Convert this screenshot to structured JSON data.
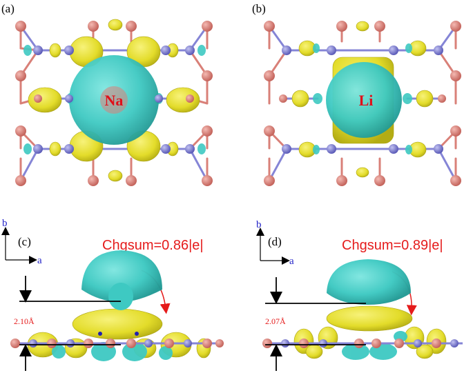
{
  "panels": {
    "a": {
      "label": "(a)",
      "ion": "Na"
    },
    "b": {
      "label": "(b)",
      "ion": "Li"
    },
    "c": {
      "label": "(c)",
      "chgsum": "Chgsum=0.86|e|",
      "distance": "2.10Å"
    },
    "d": {
      "label": "(d)",
      "chgsum": "Chgsum=0.89|e|",
      "distance": "2.07Å"
    }
  },
  "axes": {
    "b": "b",
    "a": "a"
  },
  "colors": {
    "cyan_isosurface": "#3ec9c2",
    "yellow_isosurface": "#e3dc2a",
    "boron_atom": "#d98078",
    "nitrogen_atom": "#8585d6",
    "ion_text": "#e0101a",
    "annotation_red": "#e51b1b",
    "axis_blue": "#2323c8"
  }
}
